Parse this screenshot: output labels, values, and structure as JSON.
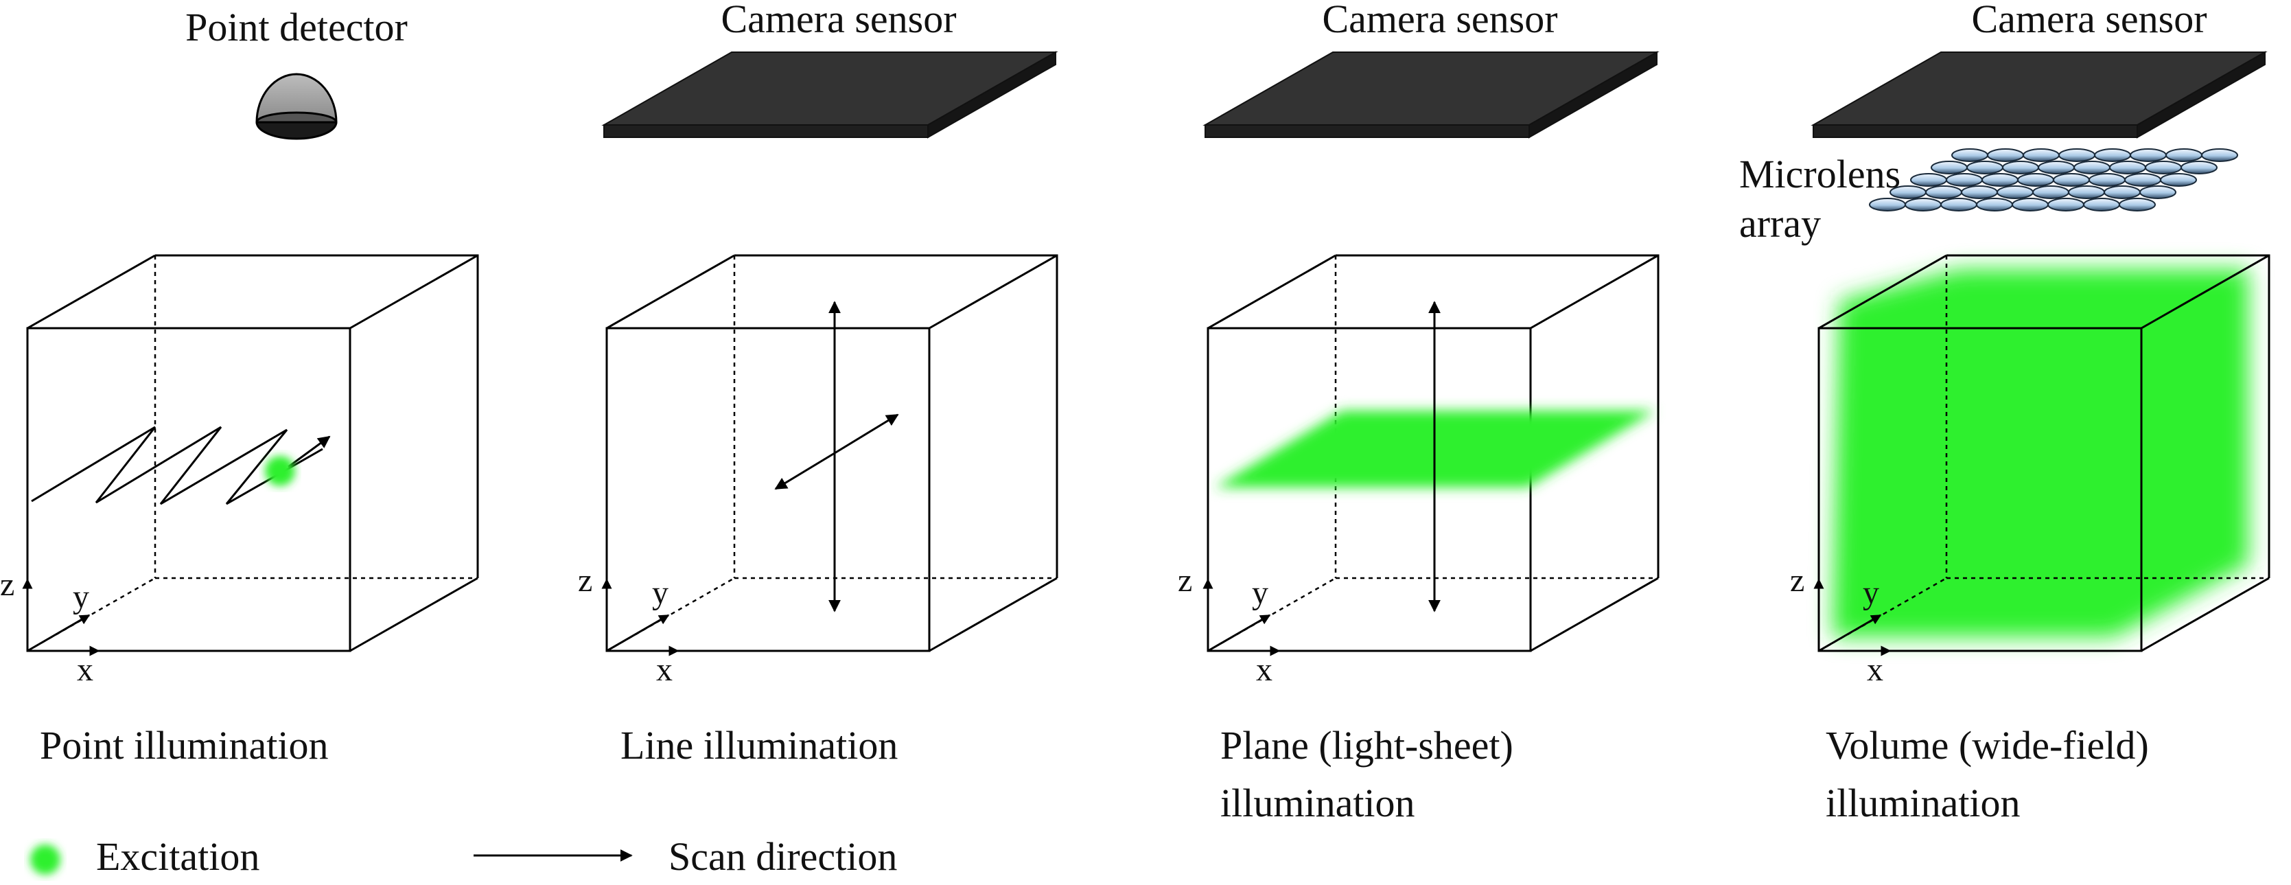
{
  "colors": {
    "excitation": "#2ff02f",
    "line": "#000000",
    "sensor_top": "#333333",
    "sensor_side": "#1f1f1f",
    "lens_fill": "#b8d4ec",
    "lens_edge": "#1a2a3a"
  },
  "panels": [
    {
      "detector_label": "Point detector",
      "caption_line1": "Point illumination",
      "caption_line2": "",
      "detector_type": "point-detector-dome",
      "illumination": "point"
    },
    {
      "detector_label": "Camera sensor",
      "caption_line1": "Line illumination",
      "caption_line2": "",
      "detector_type": "camera-sensor",
      "illumination": "line"
    },
    {
      "detector_label": "Camera sensor",
      "caption_line1": "Plane (light-sheet)",
      "caption_line2": "illumination",
      "detector_type": "camera-sensor",
      "illumination": "plane"
    },
    {
      "detector_label": "Camera sensor",
      "caption_line1": "Volume (wide-field)",
      "caption_line2": "illumination",
      "detector_type": "camera-sensor",
      "illumination": "volume",
      "extra_label_line1": "Microlens",
      "extra_label_line2": "array"
    }
  ],
  "axes": {
    "x": "x",
    "y": "y",
    "z": "z"
  },
  "legend": {
    "excitation_label": "Excitation",
    "scan_label": "Scan direction"
  }
}
